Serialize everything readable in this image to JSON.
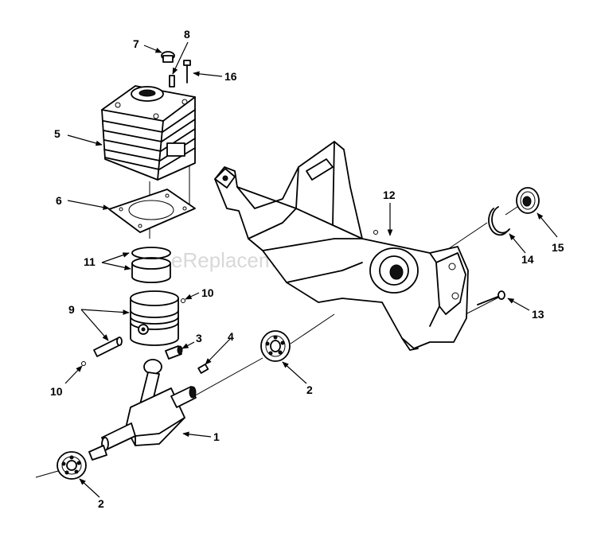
{
  "watermark": "eReplacementParts.com",
  "callouts": {
    "c1": "1",
    "c2a": "2",
    "c2b": "2",
    "c3": "3",
    "c4": "4",
    "c5": "5",
    "c6": "6",
    "c7": "7",
    "c8": "8",
    "c9": "9",
    "c10a": "10",
    "c10b": "10",
    "c11": "11",
    "c12": "12",
    "c13": "13",
    "c14": "14",
    "c15": "15",
    "c16": "16"
  }
}
